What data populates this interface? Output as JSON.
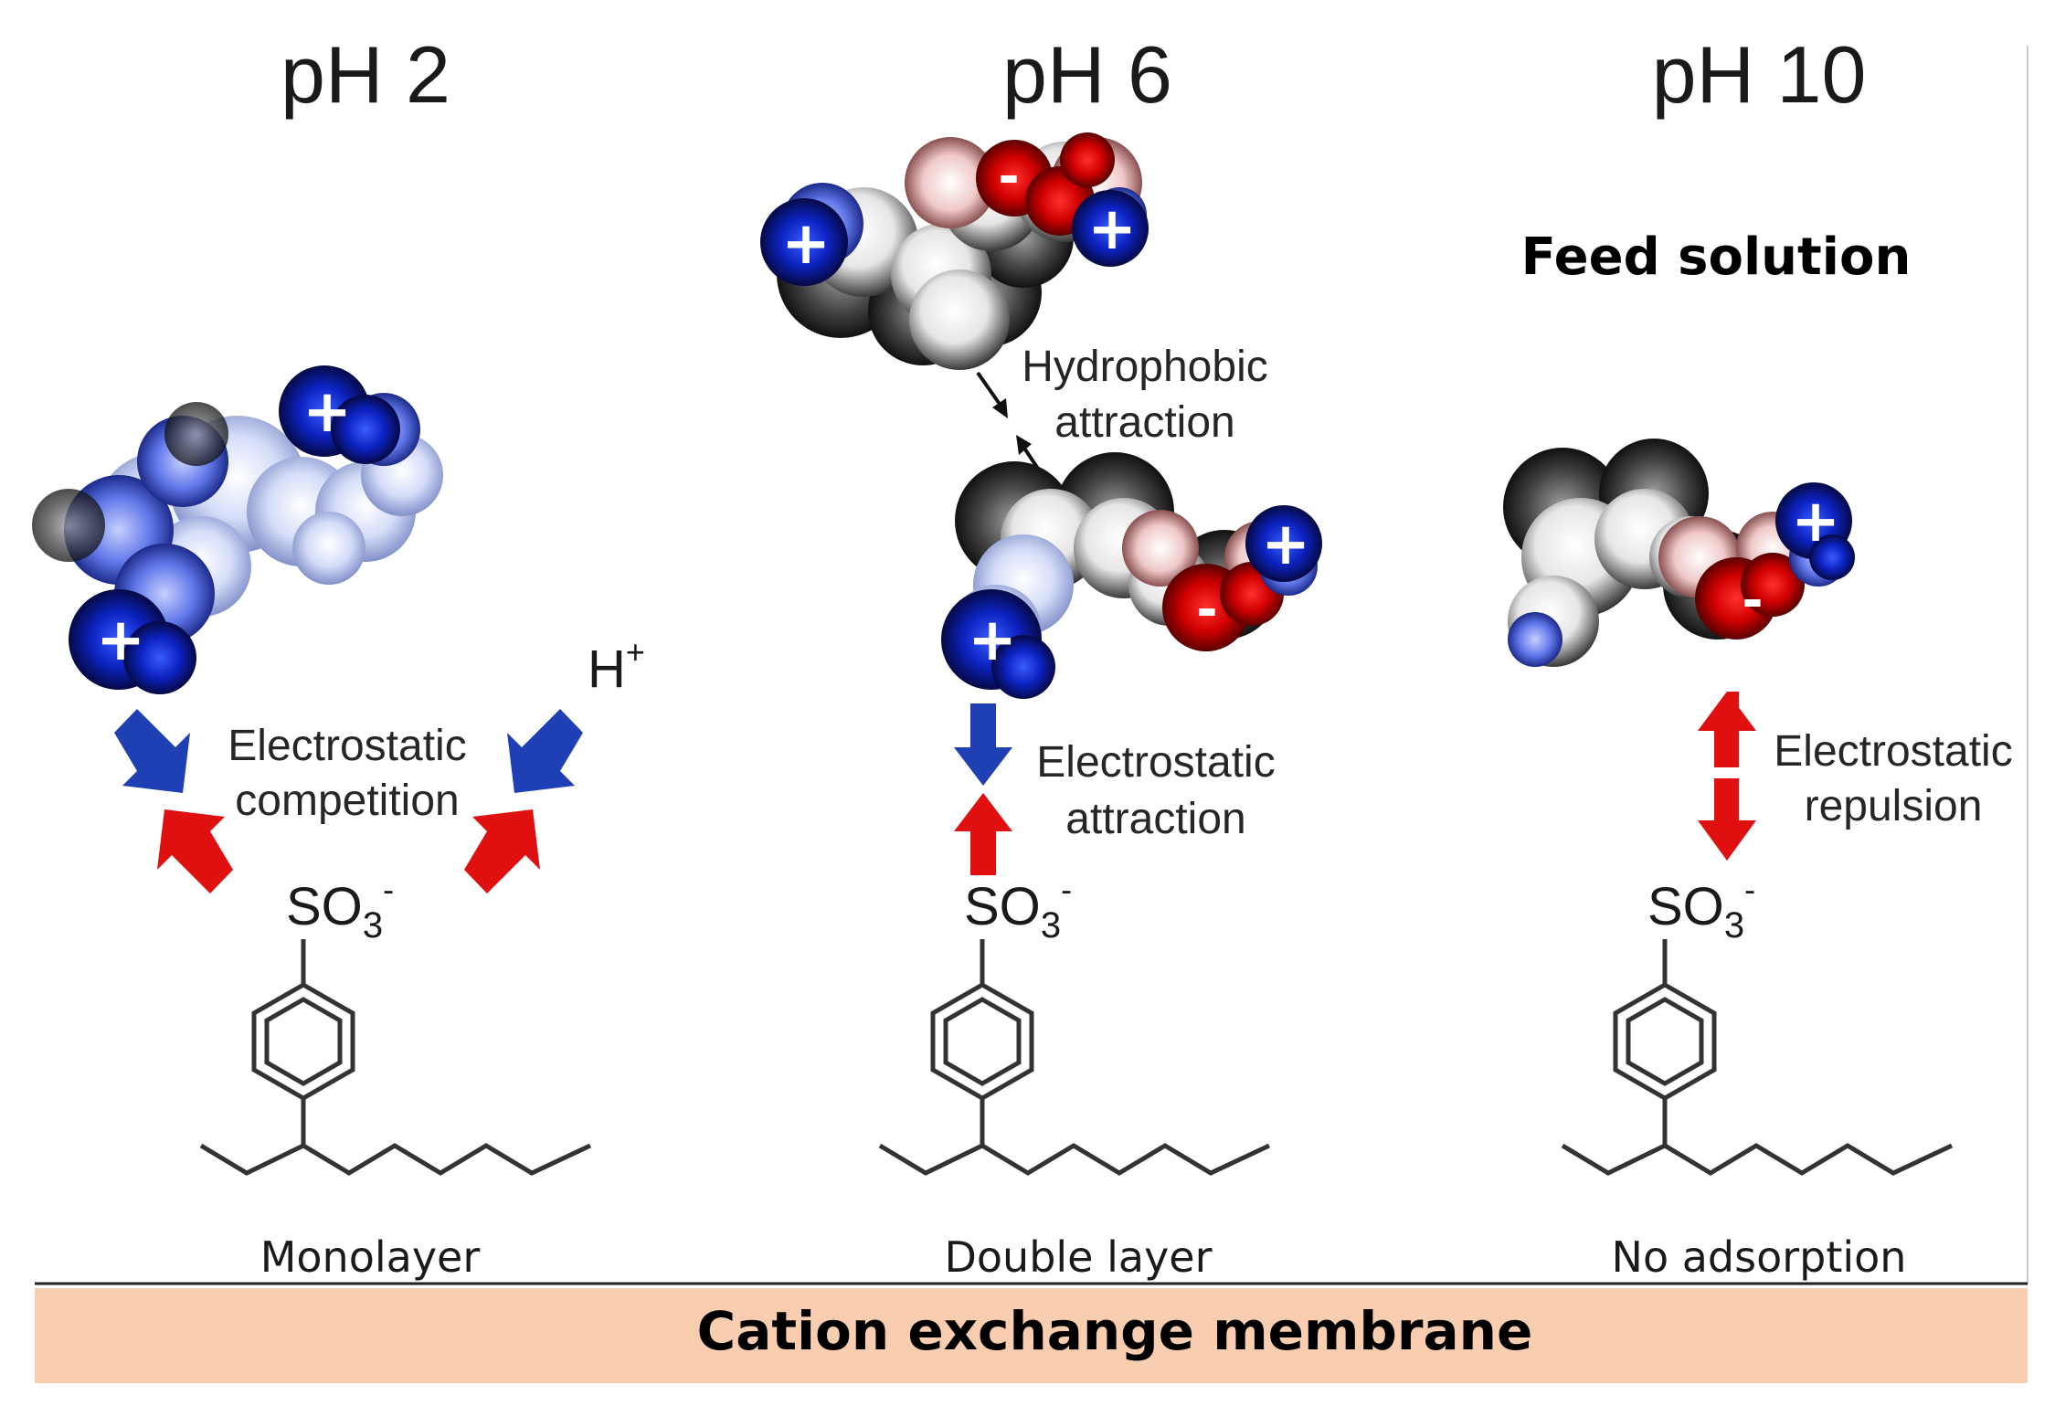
{
  "panels": [
    {
      "ph_label": "pH 2",
      "layer_label": "Monolayer",
      "interaction": [
        "Electrostatic",
        "competition"
      ],
      "ion_label": "H",
      "ion_sup": "+"
    },
    {
      "ph_label": "pH 6",
      "layer_label": "Double layer",
      "interaction": [
        "Electrostatic",
        "attraction"
      ],
      "hydrophobic": [
        "Hydrophobic",
        "attraction"
      ]
    },
    {
      "ph_label": "pH 10",
      "layer_label": "No adsorption",
      "interaction": [
        "Electrostatic",
        "repulsion"
      ],
      "region_label": "Feed solution"
    }
  ],
  "group": {
    "main": "SO",
    "sub": "3",
    "sup": "-"
  },
  "charges": {
    "positive": "+",
    "negative": "-"
  },
  "membrane": {
    "label": "Cation exchange membrane",
    "color": "#f9ceb0"
  },
  "colors": {
    "positive": "#1f3fb5",
    "negative": "#e01010"
  },
  "icons": [
    "molecule-surface",
    "arrow-down",
    "arrow-up",
    "double-headed-arrow",
    "benzene-ring"
  ]
}
